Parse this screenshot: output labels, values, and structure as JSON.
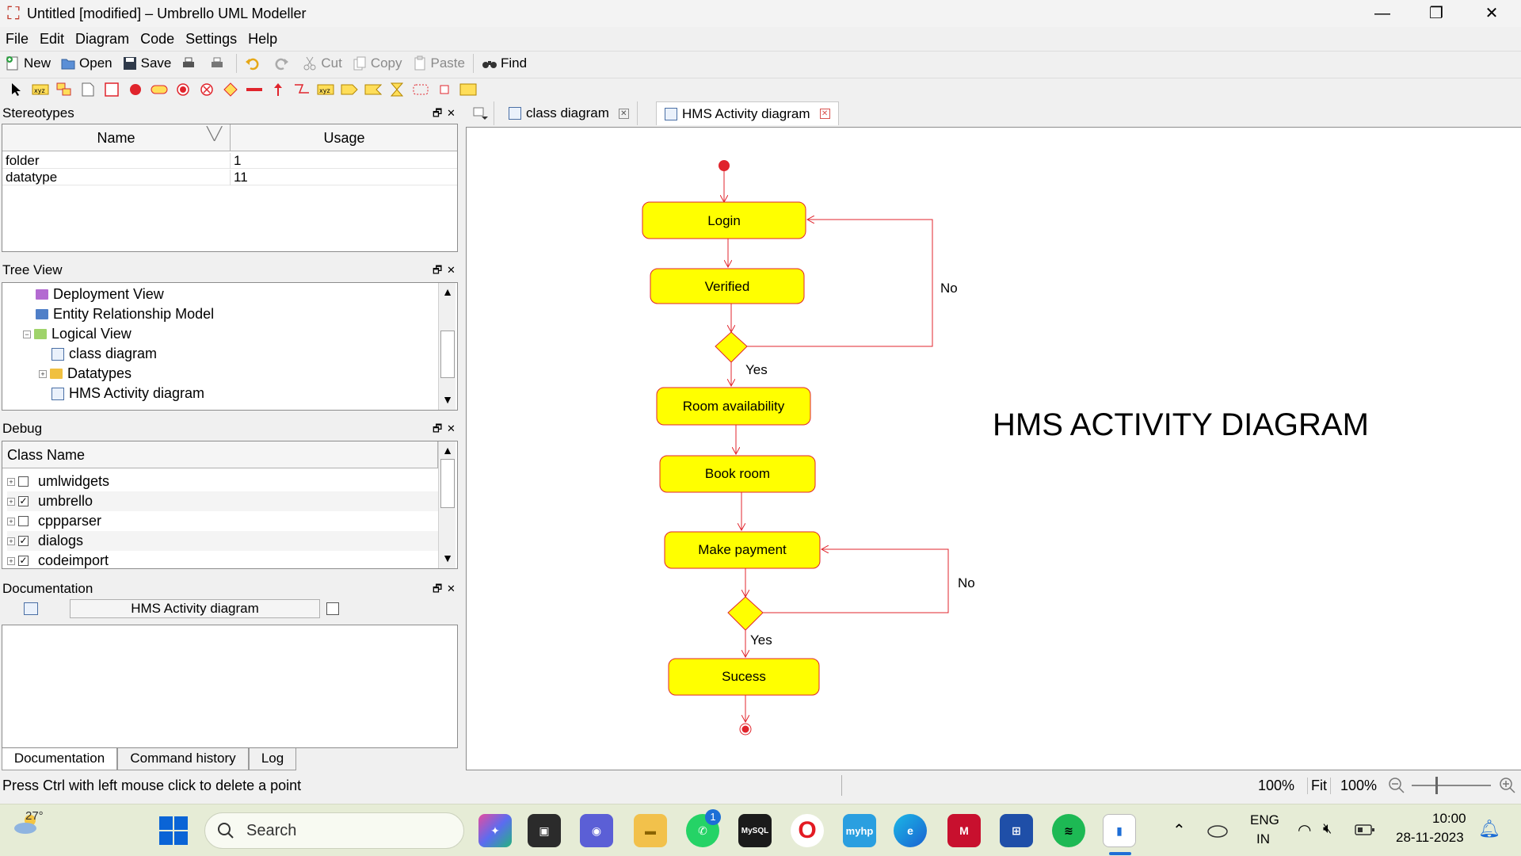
{
  "window": {
    "title": "Untitled [modified] – Umbrello UML Modeller",
    "controls": {
      "minimize": "—",
      "maximize": "❐",
      "close": "✕"
    }
  },
  "menu": [
    "File",
    "Edit",
    "Diagram",
    "Code",
    "Settings",
    "Help"
  ],
  "toolbar": {
    "new": "New",
    "open": "Open",
    "save": "Save",
    "cut": "Cut",
    "copy": "Copy",
    "paste": "Paste",
    "find": "Find"
  },
  "stereotypes": {
    "title": "Stereotypes",
    "columns": [
      "Name",
      "Usage"
    ],
    "rows": [
      {
        "name": "folder",
        "usage": "1"
      },
      {
        "name": "datatype",
        "usage": "11"
      }
    ]
  },
  "tree": {
    "title": "Tree View",
    "items": [
      {
        "label": "Deployment View",
        "type": "folder-purple"
      },
      {
        "label": "Entity Relationship Model",
        "type": "folder-blue"
      },
      {
        "label": "Logical View",
        "type": "folder-green"
      },
      {
        "label": "class diagram",
        "type": "diagram"
      },
      {
        "label": "Datatypes",
        "type": "folder-yellow"
      },
      {
        "label": "HMS Activity diagram",
        "type": "diagram"
      }
    ]
  },
  "debug": {
    "title": "Debug",
    "column": "Class Name",
    "rows": [
      {
        "name": "umlwidgets",
        "checked": false
      },
      {
        "name": "umbrello",
        "checked": true
      },
      {
        "name": "cppparser",
        "checked": false
      },
      {
        "name": "dialogs",
        "checked": true
      },
      {
        "name": "codeimport",
        "checked": true
      }
    ]
  },
  "documentation": {
    "title": "Documentation",
    "name": "HMS Activity diagram",
    "tabs": [
      "Documentation",
      "Command history",
      "Log"
    ]
  },
  "diagram_tabs": [
    {
      "label": "class diagram",
      "active": false
    },
    {
      "label": "HMS Activity diagram",
      "active": true
    }
  ],
  "diagram": {
    "heading": "HMS ACTIVITY DIAGRAM",
    "activities": [
      "Login",
      "Verified",
      "Room availability",
      "Book room",
      "Make payment",
      "Sucess"
    ],
    "guards": {
      "no1": "No",
      "yes1": "Yes",
      "no2": "No",
      "yes2": "Yes"
    },
    "colors": {
      "fill": "#ffff00",
      "stroke": "#e0242c"
    }
  },
  "status": {
    "message": "Press Ctrl with left mouse click to delete a point",
    "zoom": "100%",
    "fit": "Fit",
    "zoom2": "100%"
  },
  "taskbar": {
    "weather": "27°",
    "search_placeholder": "Search",
    "whatsapp_badge": "1",
    "language": "ENG",
    "region": "IN",
    "time": "10:00",
    "date": "28-11-2023"
  }
}
